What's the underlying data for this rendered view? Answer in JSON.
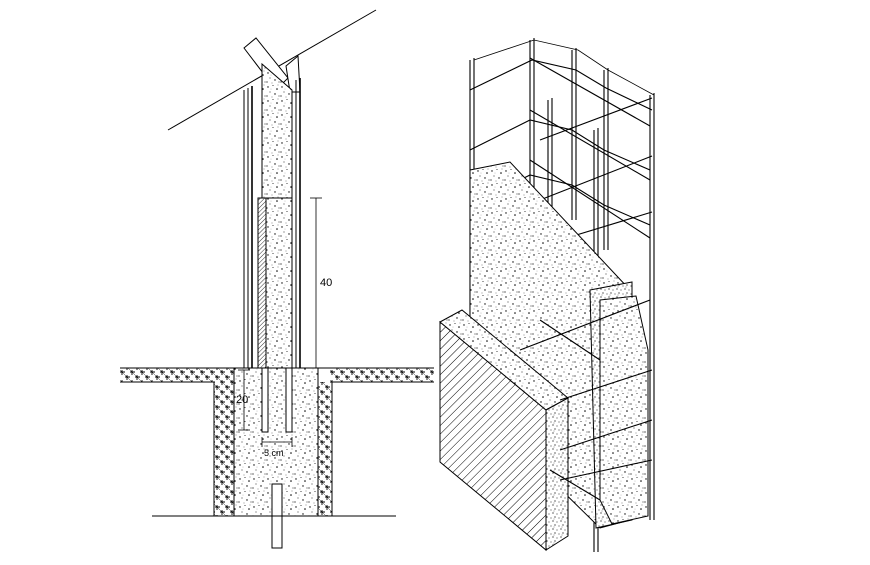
{
  "drawing": {
    "section_labels": {
      "upper_height": "40",
      "lower_depth": "20",
      "gap_width": "5 cm"
    },
    "colors": {
      "line": "#000000",
      "background": "#ffffff"
    }
  }
}
